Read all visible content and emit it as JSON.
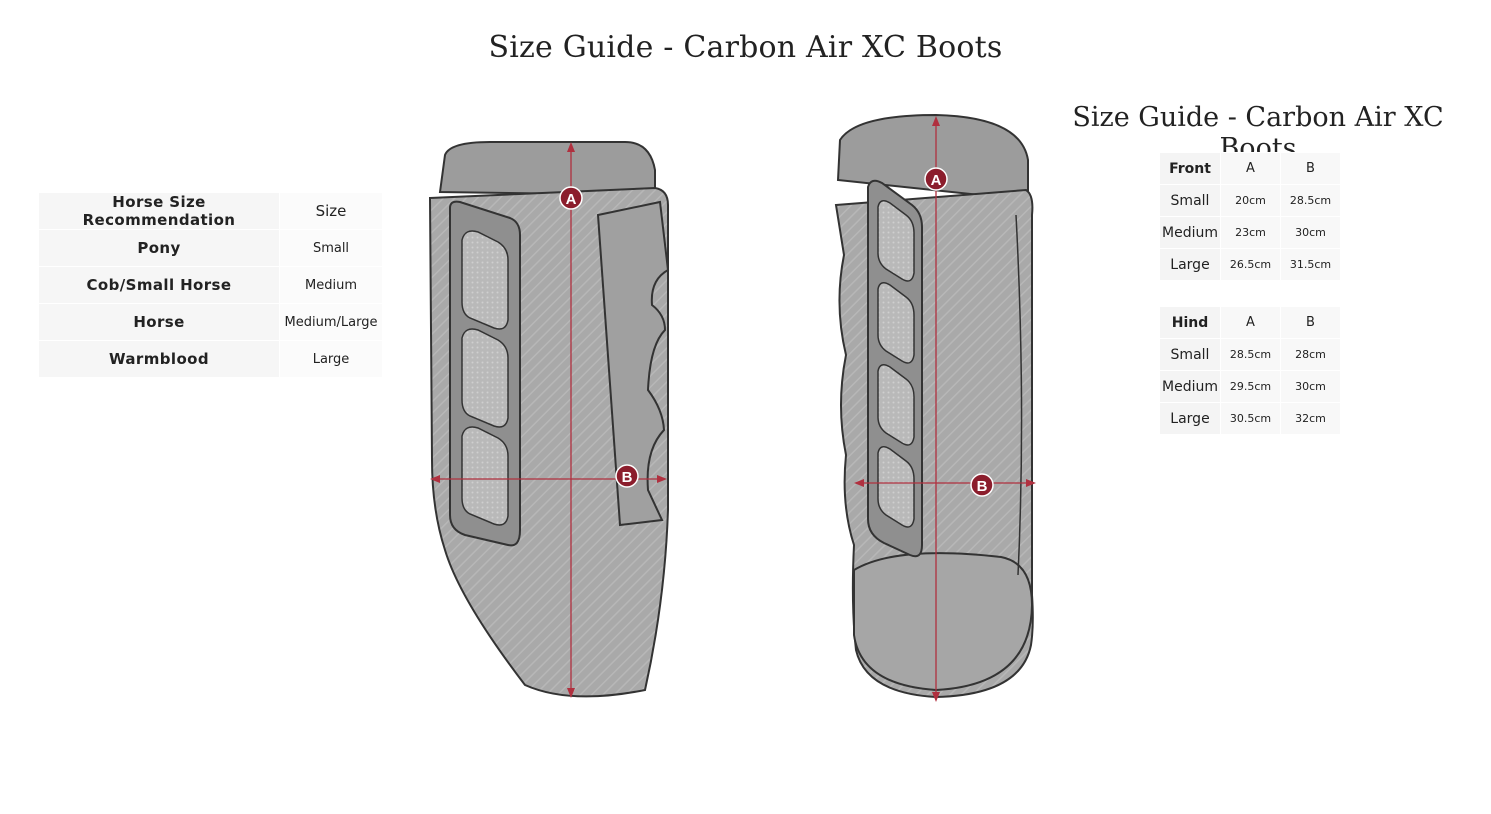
{
  "title": "Size Guide - Carbon Air XC Boots",
  "side_title": "Size Guide - Carbon Air XC Boots",
  "recommendation": {
    "header": [
      "Horse Size Recommendation",
      "Size"
    ],
    "rows": [
      [
        "Pony",
        "Small"
      ],
      [
        "Cob/Small Horse",
        "Medium"
      ],
      [
        "Horse",
        "Medium/Large"
      ],
      [
        "Warmblood",
        "Large"
      ]
    ]
  },
  "front": {
    "header": [
      "Front",
      "A",
      "B"
    ],
    "rows": [
      [
        "Small",
        "20cm",
        "28.5cm"
      ],
      [
        "Medium",
        "23cm",
        "30cm"
      ],
      [
        "Large",
        "26.5cm",
        "31.5cm"
      ]
    ]
  },
  "hind": {
    "header": [
      "Hind",
      "A",
      "B"
    ],
    "rows": [
      [
        "Small",
        "28.5cm",
        "28cm"
      ],
      [
        "Medium",
        "29.5cm",
        "30cm"
      ],
      [
        "Large",
        "30.5cm",
        "32cm"
      ]
    ]
  },
  "diagram_labels": {
    "a": "A",
    "b": "B"
  },
  "colors": {
    "boot_fill": "#a9a9a9",
    "boot_outline": "#333333",
    "marker": "#8b1d2c",
    "measure_line": "#b0303f"
  }
}
